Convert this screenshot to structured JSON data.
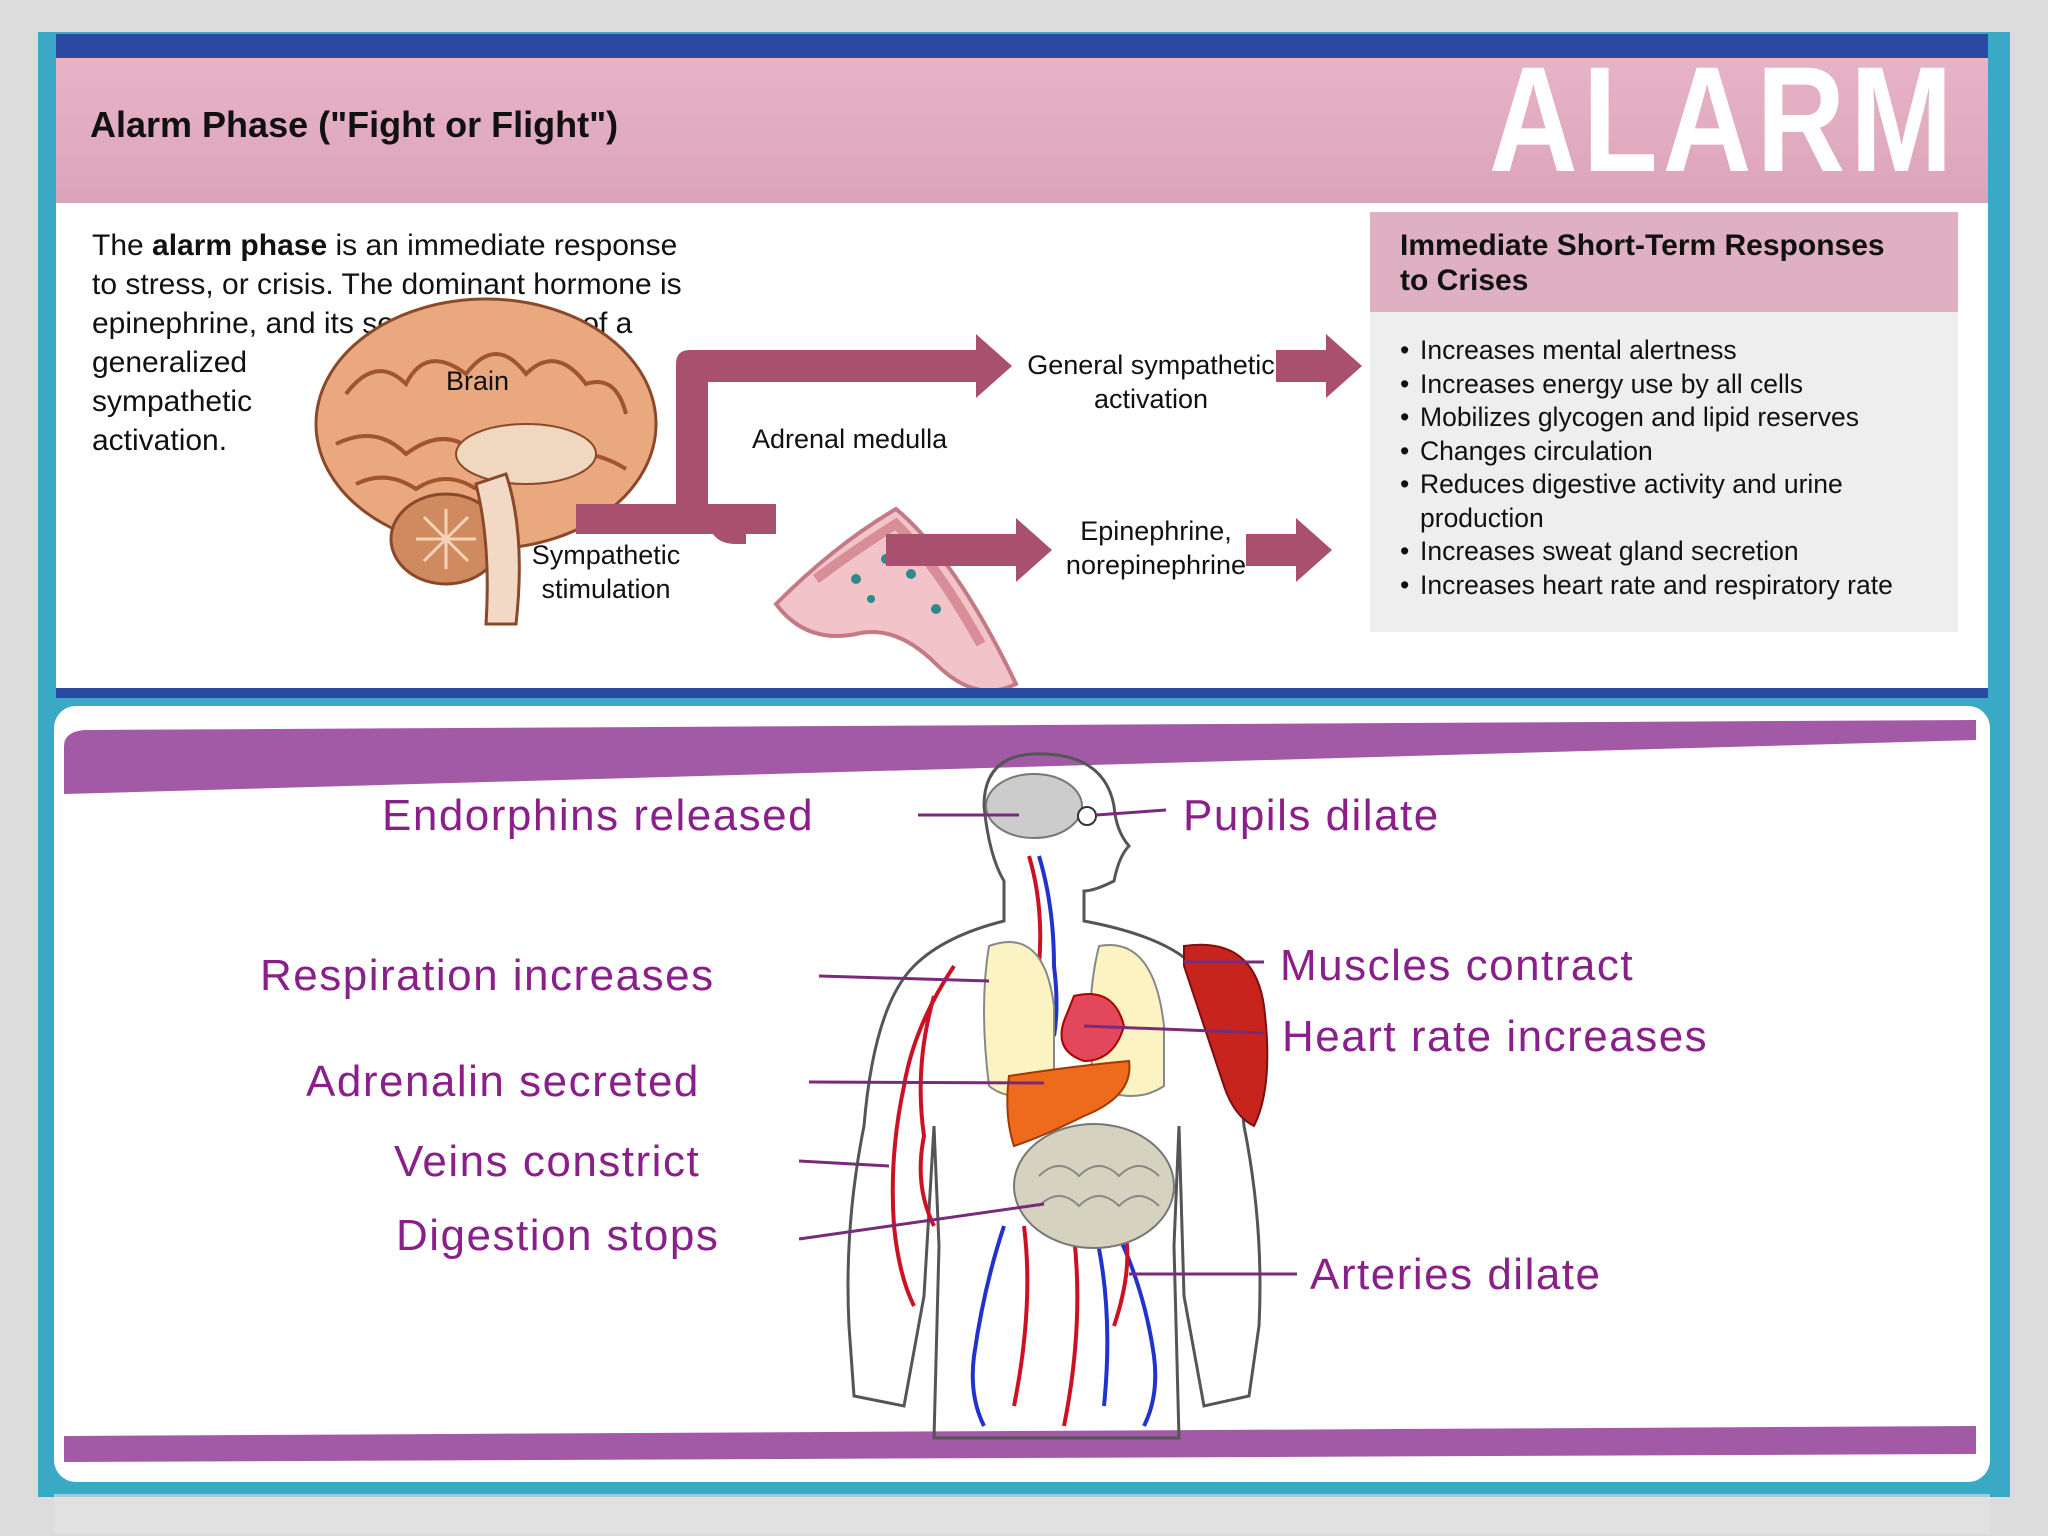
{
  "header": {
    "title": "Alarm Phase (\"Fight or Flight\")",
    "banner_word": "ALARM"
  },
  "intro": {
    "prefix": "The ",
    "bold": "alarm phase",
    "line1_rest": " is an immediate response",
    "line2": "to stress, or crisis. The dominant hormone is",
    "line3": "epinephrine, and its secretion is part of a",
    "line4": "generalized",
    "line5": "sympathetic",
    "line6": "activation."
  },
  "labels": {
    "brain": "Brain",
    "adrenal": "Adrenal medulla",
    "sympathetic_1": "Sympathetic",
    "sympathetic_2": "stimulation",
    "general_1": "General sympathetic",
    "general_2": "activation",
    "epi_1": "Epinephrine,",
    "epi_2": "norepinephrine"
  },
  "responses": {
    "title_1": "Immediate Short-Term Responses",
    "title_2": "to Crises",
    "items": [
      "Increases mental alertness",
      "Increases energy use by all cells",
      "Mobilizes glycogen and lipid reserves",
      "Changes circulation",
      "Reduces digestive activity and urine production",
      "Increases sweat gland secretion",
      "Increases heart rate and respiratory rate"
    ]
  },
  "body_labels": {
    "endorphins": "Endorphins released",
    "pupils": "Pupils dilate",
    "respiration": "Respiration increases",
    "muscles": "Muscles contract",
    "heart": "Heart rate increases",
    "adrenalin": "Adrenalin secreted",
    "veins": "Veins constrict",
    "digestion": "Digestion stops",
    "arteries": "Arteries dilate"
  },
  "colors": {
    "accent_blue": "#2c4aa4",
    "header_pink": "#dca4ba",
    "arrow_mauve": "#a8506e",
    "label_purple": "#8a1f8a",
    "band_purple": "#a25aa6",
    "frame_teal": "#3aa9c5"
  }
}
